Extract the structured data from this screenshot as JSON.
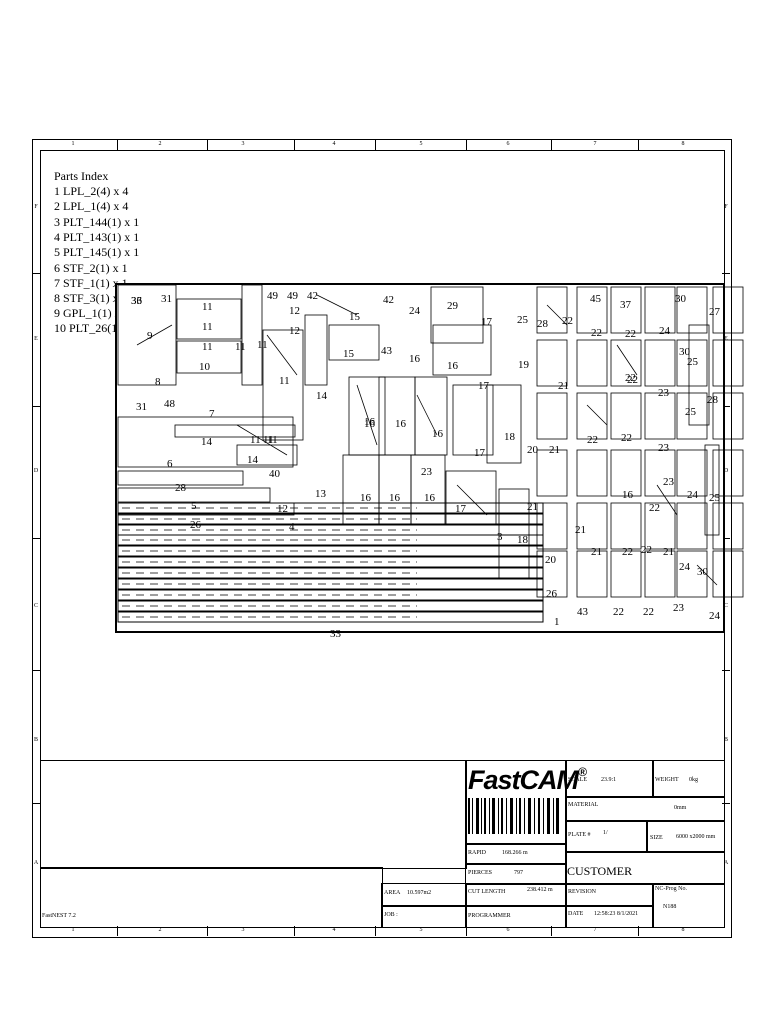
{
  "column_numbers": [
    "1",
    "2",
    "3",
    "4",
    "5",
    "6",
    "7",
    "8"
  ],
  "row_letters": [
    "F",
    "E",
    "D",
    "C",
    "B",
    "A"
  ],
  "parts_index": {
    "title": "Parts Index",
    "items": [
      "1 LPL_2(4) x 4",
      "2 LPL_1(4) x 4",
      "3 PLT_144(1) x 1",
      "4 PLT_143(1) x 1",
      "5 PLT_145(1) x 1",
      "6 STF_2(1) x 1",
      "7 STF_1(1) x 1",
      "8 STF_3(1) x 1",
      "9 GPL_1(1) x 1",
      "10 PLT_26(1) x 1"
    ]
  },
  "nest_labels": [
    "36",
    "31",
    "11",
    "49",
    "49",
    "42",
    "15",
    "42",
    "24",
    "29",
    "17",
    "25",
    "28",
    "22",
    "45",
    "37",
    "30",
    "27",
    "9",
    "12",
    "11",
    "11",
    "12",
    "15",
    "43",
    "16",
    "16",
    "19",
    "22",
    "22",
    "22",
    "24",
    "30",
    "25",
    "8",
    "10",
    "11",
    "11",
    "11",
    "14",
    "16",
    "17",
    "21",
    "22",
    "23",
    "28",
    "31",
    "48",
    "7",
    "14",
    "11",
    "14",
    "11",
    "11",
    "16",
    "16",
    "16",
    "17",
    "18",
    "20",
    "21",
    "22",
    "22",
    "23",
    "25",
    "6",
    "40",
    "13",
    "16",
    "16",
    "16",
    "17",
    "21",
    "23",
    "16",
    "22",
    "23",
    "24",
    "25",
    "28",
    "5",
    "4",
    "12",
    "26",
    "3",
    "18",
    "20",
    "21",
    "21",
    "22",
    "22",
    "21",
    "24",
    "30",
    "26",
    "43",
    "22",
    "22",
    "23",
    "24",
    "33",
    "1",
    "33"
  ],
  "title_block": {
    "logo": "FastCAM",
    "logo_mark": "®",
    "scale_label": "SCALE",
    "scale_value": "23.9:1",
    "weight_label": "WEIGHT",
    "weight_value": "0kg",
    "material_label": "MATERIAL",
    "material_value": "0mm",
    "plate_label": "PLATE #",
    "plate_value": "1/",
    "size_label": "SIZE",
    "size_value": "6000 x2000 mm",
    "rapid_label": "RAPID",
    "rapid_value": "168.266 m",
    "pierces_label": "PIERCES",
    "pierces_value": "797",
    "customer_label": "CUSTOMER",
    "area_label": "AREA",
    "area_value": "10.597m2",
    "cut_length_label": "CUT LENGTH",
    "cut_length_value": "238.412 m",
    "revision_label": "REVISION",
    "nc_prog_label": "NC-Prog No.",
    "nc_prog_value": "N188",
    "job_label": "JOB :",
    "programmer_label": "PROGRAMMER",
    "date_label": "DATE",
    "date_value": "12:58:23 8/1/2021",
    "software_label": "FastNEST  7.2"
  }
}
